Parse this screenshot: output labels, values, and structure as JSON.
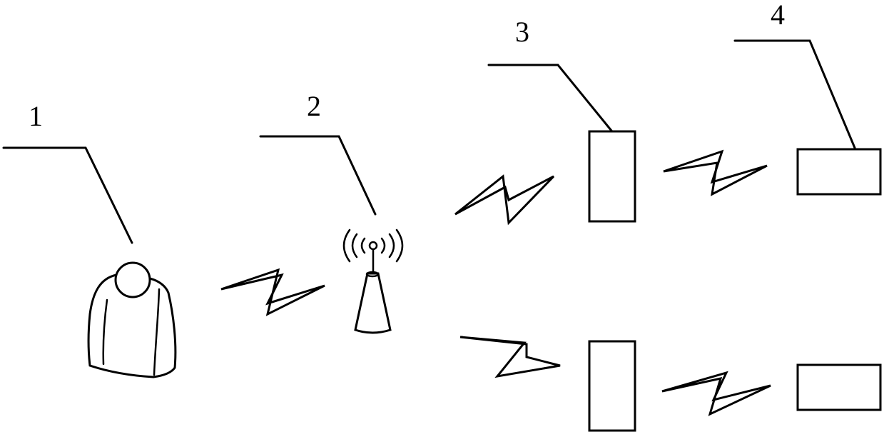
{
  "diagram": {
    "labels": [
      {
        "id": "user",
        "text": "1"
      },
      {
        "id": "base-station",
        "text": "2"
      },
      {
        "id": "relay-device",
        "text": "3"
      },
      {
        "id": "terminal-device",
        "text": "4"
      }
    ]
  }
}
